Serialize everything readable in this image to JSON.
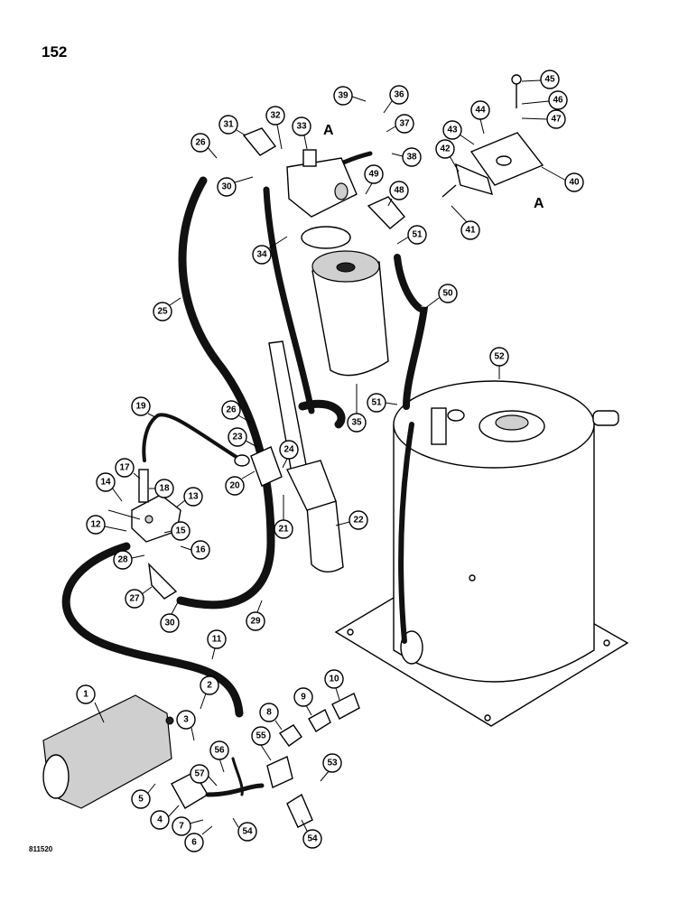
{
  "page": {
    "number": "152",
    "figure_code": "811520"
  },
  "reference_letters": [
    "A",
    "A"
  ],
  "callouts": [
    "1",
    "2",
    "3",
    "4",
    "5",
    "6",
    "7",
    "8",
    "9",
    "10",
    "11",
    "12",
    "13",
    "14",
    "15",
    "16",
    "17",
    "18",
    "19",
    "20",
    "21",
    "22",
    "23",
    "24",
    "25",
    "26",
    "26",
    "27",
    "28",
    "29",
    "30",
    "30",
    "31",
    "32",
    "33",
    "34",
    "35",
    "36",
    "37",
    "38",
    "39",
    "40",
    "41",
    "42",
    "43",
    "44",
    "45",
    "46",
    "47",
    "48",
    "49",
    "50",
    "51",
    "51",
    "52",
    "53",
    "54",
    "54",
    "55",
    "56",
    "57"
  ]
}
